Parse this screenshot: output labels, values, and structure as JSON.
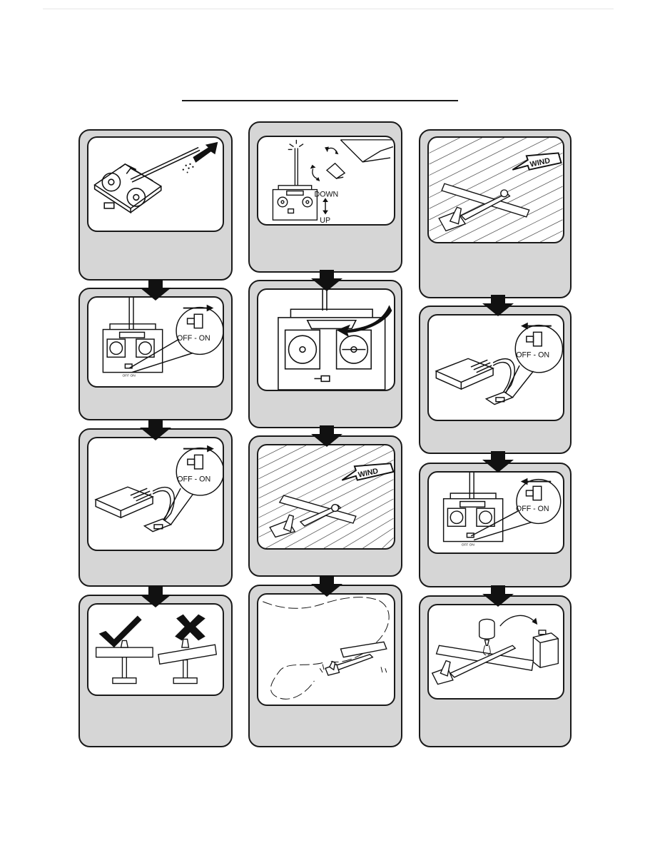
{
  "page": {
    "labels": {
      "down": "DOWN",
      "up": "UP",
      "off_on": "OFF - ON",
      "off_on_small": "OFF  ON",
      "wind": "WIND"
    }
  },
  "icons": [
    "transmitter-icon",
    "antenna-icon",
    "switch-icon",
    "receiver-icon",
    "airplane-icon",
    "wind-arrow-icon",
    "checkmark-icon",
    "cross-icon",
    "fuel-bottle-icon",
    "down-arrow-icon"
  ]
}
